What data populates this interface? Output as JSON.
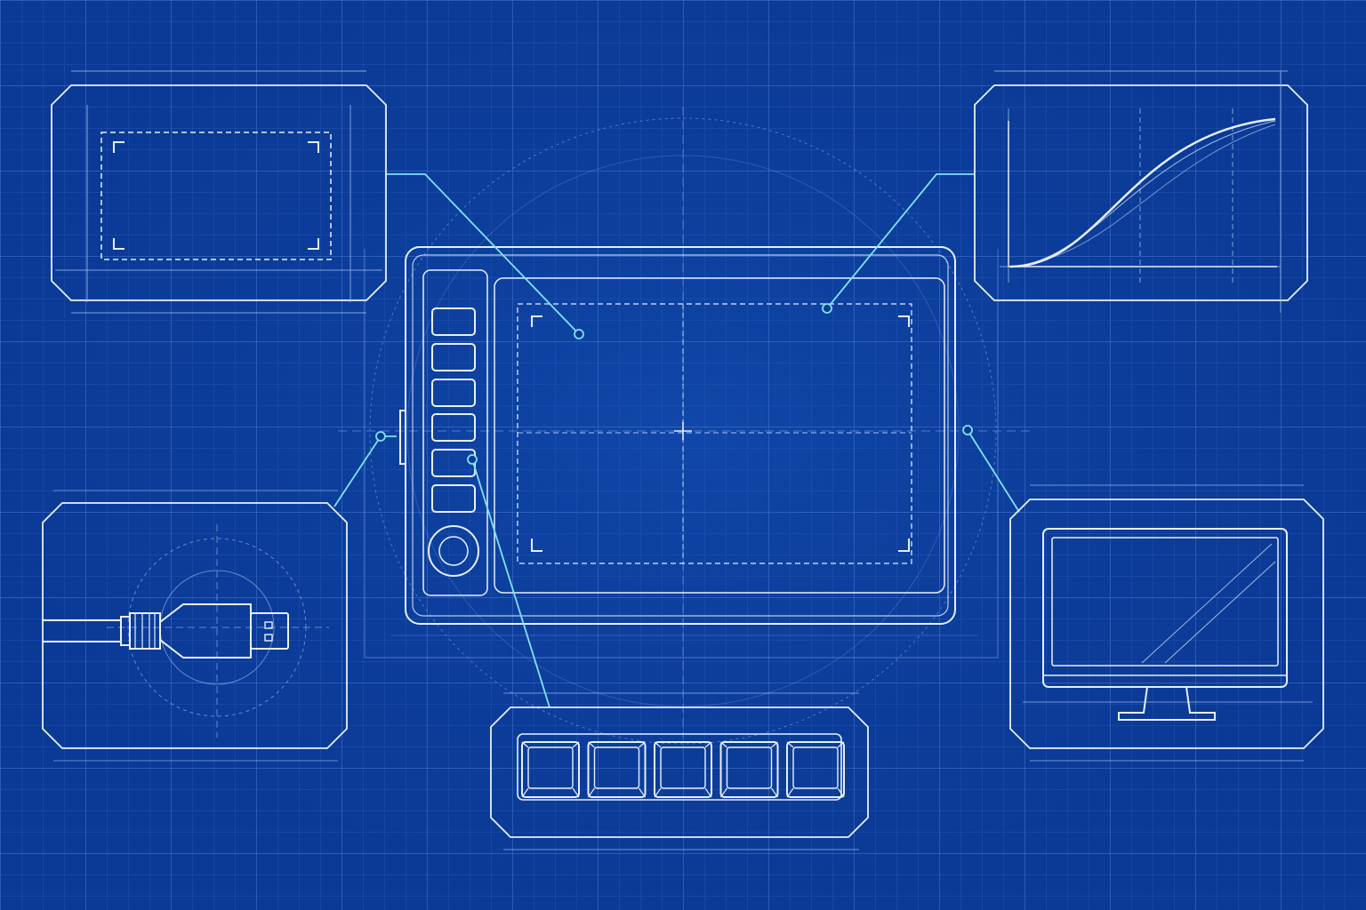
{
  "colors": {
    "background": "#0b3a96",
    "grid_minor": "#2a5bb8",
    "grid_major": "#3d6fc9",
    "line": "#e6f0ff",
    "leader": "#7fe3f5",
    "dashed": "#b9d2ff"
  },
  "callouts": [
    {
      "id": "active-area",
      "icon": "active-area-icon"
    },
    {
      "id": "pressure-curve",
      "icon": "pressure-curve-icon"
    },
    {
      "id": "usb-connector",
      "icon": "usb-plug-icon"
    },
    {
      "id": "monitor-mapping",
      "icon": "monitor-icon"
    },
    {
      "id": "express-keys",
      "icon": "express-keys-icon",
      "key_count": 5
    }
  ],
  "tablet": {
    "express_key_count": 6,
    "has_touch_ring": true
  }
}
